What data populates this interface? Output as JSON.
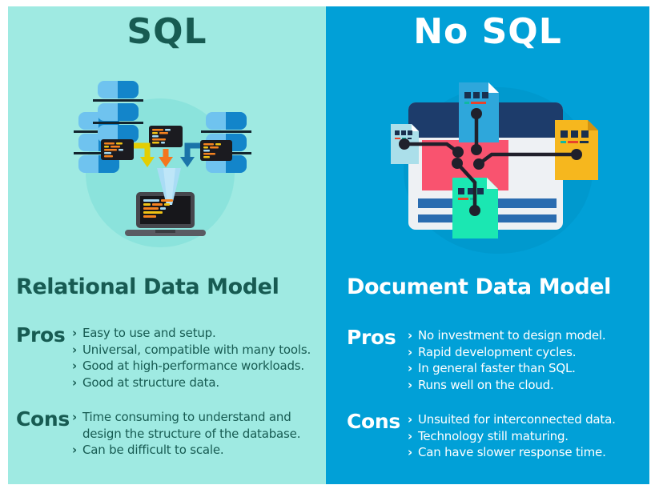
{
  "infographic": {
    "bullet_char": "›",
    "left": {
      "title": "SQL",
      "heading": "Relational Data Model",
      "pros_label": "Pros",
      "pros": [
        "Easy to use and setup.",
        "Universal, compatible with many tools.",
        "Good at high-performance workloads.",
        "Good at structure data."
      ],
      "cons_label": "Cons",
      "cons": [
        "Time consuming to understand and design the structure of the database.",
        "Can be difficult to scale."
      ],
      "illustration_icons": [
        "database-stack-icon",
        "code-window-icon",
        "down-arrow-icon",
        "funnel-icon",
        "laptop-icon"
      ]
    },
    "right": {
      "title": "No SQL",
      "heading": "Document Data Model",
      "pros_label": "Pros",
      "pros": [
        "No investment to design model.",
        "Rapid development cycles.",
        "In general faster than SQL.",
        "Runs well on the cloud."
      ],
      "cons_label": "Cons",
      "cons": [
        "Unsuited for interconnected data.",
        "Technology still maturing.",
        "Can have slower response time."
      ],
      "illustration_icons": [
        "browser-window-icon",
        "document-icon",
        "network-graph-icon"
      ]
    },
    "colors": {
      "left_background": "#9FEAE2",
      "left_text": "#175B52",
      "right_background": "#01A0D7",
      "right_text": "#FFFFFF",
      "db_light_blue": "#6FC3EF",
      "db_dark_blue": "#1385CA",
      "arrow_yellow": "#E3CE04",
      "arrow_orange": "#F5761D",
      "arrow_blue": "#1B74A9",
      "code_orange": "#F5821F",
      "code_yellow": "#EFC215",
      "code_blue": "#A5D8F0",
      "browser_header_navy": "#1D3C6B",
      "content_pink": "#F9536F",
      "content_bar_blue": "#2A6CB0",
      "doc_cyan": "#2EA7DB",
      "doc_pale_cyan": "#ABDFEA",
      "doc_yellow": "#F6B71E",
      "doc_green": "#1BE7B2",
      "network_dark": "#20202B"
    }
  }
}
